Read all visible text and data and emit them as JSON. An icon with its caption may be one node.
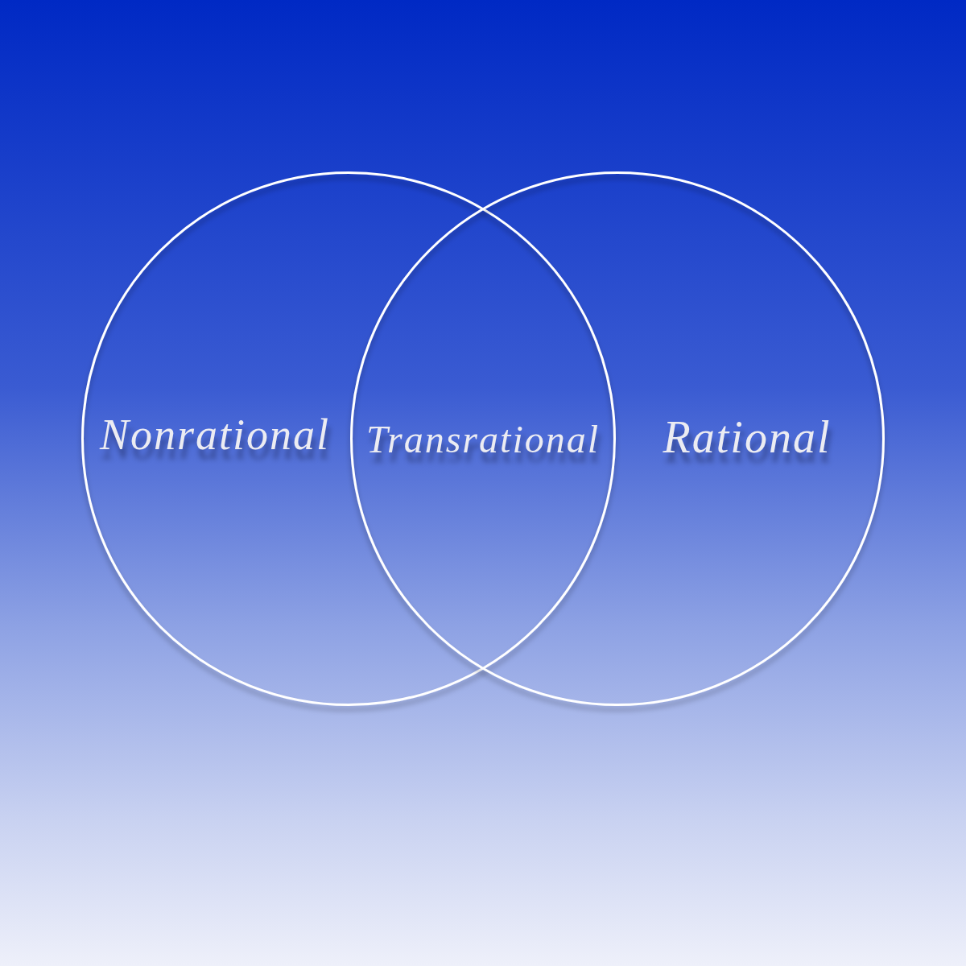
{
  "diagram": {
    "nodes": [
      {
        "text": [
          "Nonrational"
        ]
      },
      {
        "text": [
          "Rational"
        ]
      }
    ],
    "labels": [
      "Transrational"
    ]
  }
}
